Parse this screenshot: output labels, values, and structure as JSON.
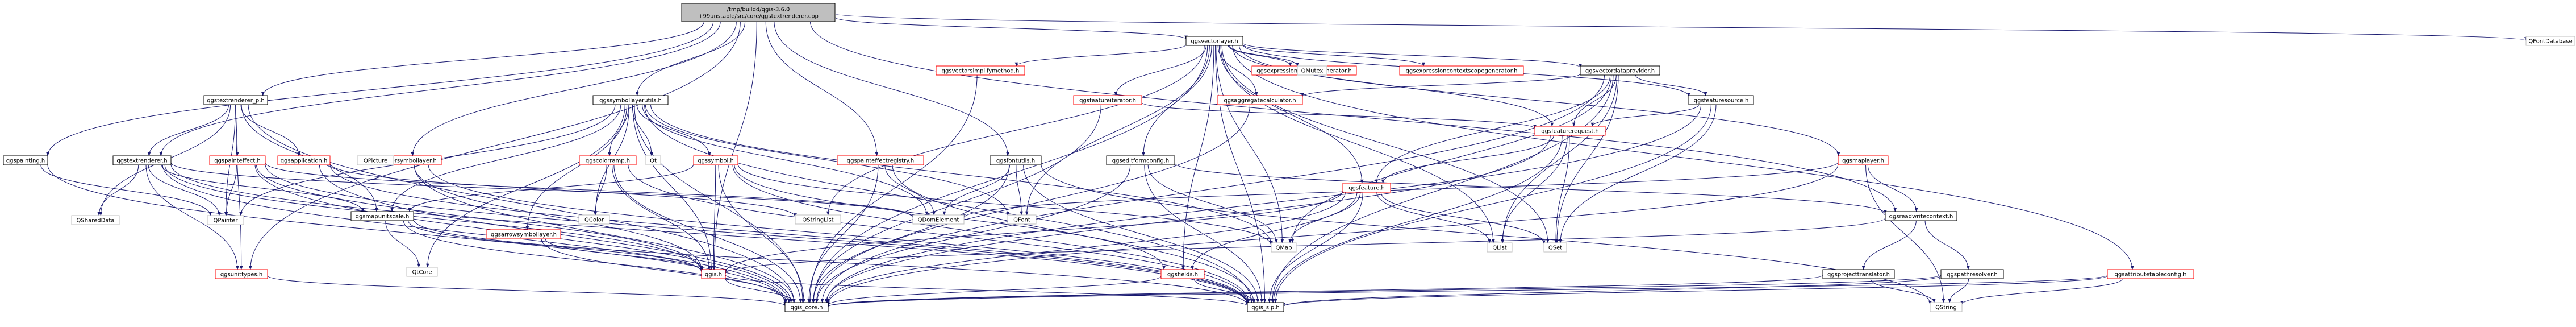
{
  "colors": {
    "edge": "#191970",
    "root_fill": "#bfbfbf",
    "normal_border": "#000000",
    "trunc_border": "#ff0000",
    "ext_border": "#bfbfbf",
    "text_dark": "#000000",
    "text_link": "#000000"
  },
  "nodes": [
    {
      "id": "root",
      "lines": [
        "/tmp/buildd/qgis-3.6.0",
        "+99unstable/src/core/qgstextrenderer.cpp"
      ],
      "kind": "root"
    },
    {
      "id": "qgspainting",
      "lines": [
        "qgspainting.h"
      ],
      "kind": "normal"
    },
    {
      "id": "qgstextrenderer_p",
      "lines": [
        "qgstextrenderer_p.h"
      ],
      "kind": "normal"
    },
    {
      "id": "qgstextrenderer",
      "lines": [
        "qgstextrenderer.h"
      ],
      "kind": "normal"
    },
    {
      "id": "qgspainteffect",
      "lines": [
        "qgspainteffect.h"
      ],
      "kind": "trunc"
    },
    {
      "id": "qgsapplication",
      "lines": [
        "qgsapplication.h"
      ],
      "kind": "trunc"
    },
    {
      "id": "qgsunittypes",
      "lines": [
        "qgsunittypes.h"
      ],
      "kind": "trunc"
    },
    {
      "id": "qgsmarkersymbollayer",
      "lines": [
        "qgsmarkersymbollayer.h"
      ],
      "kind": "trunc"
    },
    {
      "id": "qgsmapunitscale",
      "lines": [
        "qgsmapunitscale.h"
      ],
      "kind": "normal"
    },
    {
      "id": "qgssymbollayerutils",
      "lines": [
        "qgssymbollayerutils.h"
      ],
      "kind": "normal"
    },
    {
      "id": "qgscolorramp",
      "lines": [
        "qgscolorramp.h"
      ],
      "kind": "trunc"
    },
    {
      "id": "qgssymbol",
      "lines": [
        "qgssymbol.h"
      ],
      "kind": "trunc"
    },
    {
      "id": "qgsarrowsymbollayer",
      "lines": [
        "qgsarrowsymbollayer.h"
      ],
      "kind": "trunc"
    },
    {
      "id": "qgis",
      "lines": [
        "qgis.h"
      ],
      "kind": "trunc"
    },
    {
      "id": "qgspainteffectregistry",
      "lines": [
        "qgspainteffectregistry.h"
      ],
      "kind": "trunc"
    },
    {
      "id": "qgsfontutils",
      "lines": [
        "qgsfontutils.h"
      ],
      "kind": "normal"
    },
    {
      "id": "qgsvectorlayer",
      "lines": [
        "qgsvectorlayer.h"
      ],
      "kind": "normal"
    },
    {
      "id": "qgsvectorsimplifymethod",
      "lines": [
        "qgsvectorsimplifymethod.h"
      ],
      "kind": "trunc"
    },
    {
      "id": "qgsfeatureiterator",
      "lines": [
        "qgsfeatureiterator.h"
      ],
      "kind": "trunc"
    },
    {
      "id": "qgsexpressioncontextgenerator",
      "lines": [
        "qgsexpressioncontextgenerator.h"
      ],
      "kind": "trunc"
    },
    {
      "id": "qgsexpressioncontextscopegenerator",
      "lines": [
        "qgsexpressioncontextscopegenerator.h"
      ],
      "kind": "trunc"
    },
    {
      "id": "qgsvectordataprovider",
      "lines": [
        "qgsvectordataprovider.h"
      ],
      "kind": "normal"
    },
    {
      "id": "qgsaggregatecalculator",
      "lines": [
        "qgsaggregatecalculator.h"
      ],
      "kind": "trunc"
    },
    {
      "id": "qgseditformconfig",
      "lines": [
        "qgseditformconfig.h"
      ],
      "kind": "normal"
    },
    {
      "id": "qgsfeature",
      "lines": [
        "qgsfeature.h"
      ],
      "kind": "trunc"
    },
    {
      "id": "qgsfields",
      "lines": [
        "qgsfields.h"
      ],
      "kind": "trunc"
    },
    {
      "id": "qgsfeaturesource",
      "lines": [
        "qgsfeaturesource.h"
      ],
      "kind": "normal"
    },
    {
      "id": "qgsfeaturerequest",
      "lines": [
        "qgsfeaturerequest.h"
      ],
      "kind": "trunc"
    },
    {
      "id": "qgsmaplayer",
      "lines": [
        "qgsmaplayer.h"
      ],
      "kind": "trunc"
    },
    {
      "id": "qgsreadwritecontext",
      "lines": [
        "qgsreadwritecontext.h"
      ],
      "kind": "normal"
    },
    {
      "id": "qgsprojecttranslator",
      "lines": [
        "qgsprojecttranslator.h"
      ],
      "kind": "normal"
    },
    {
      "id": "qgspathresolver",
      "lines": [
        "qgspathresolver.h"
      ],
      "kind": "normal"
    },
    {
      "id": "qgsattributetableconfig",
      "lines": [
        "qgsattributetableconfig.h"
      ],
      "kind": "trunc"
    },
    {
      "id": "qgis_core",
      "lines": [
        "qgis_core.h"
      ],
      "kind": "normal"
    },
    {
      "id": "qgis_sip",
      "lines": [
        "qgis_sip.h"
      ],
      "kind": "normal"
    },
    {
      "id": "QPainter",
      "lines": [
        "QPainter"
      ],
      "kind": "ext"
    },
    {
      "id": "QSharedData",
      "lines": [
        "QSharedData"
      ],
      "kind": "ext"
    },
    {
      "id": "QPicture",
      "lines": [
        "QPicture"
      ],
      "kind": "ext"
    },
    {
      "id": "QtCore",
      "lines": [
        "QtCore"
      ],
      "kind": "ext"
    },
    {
      "id": "QColor",
      "lines": [
        "QColor"
      ],
      "kind": "ext"
    },
    {
      "id": "Qt",
      "lines": [
        "Qt"
      ],
      "kind": "ext"
    },
    {
      "id": "QStringList",
      "lines": [
        "QStringList"
      ],
      "kind": "ext"
    },
    {
      "id": "QDomElement",
      "lines": [
        "QDomElement"
      ],
      "kind": "ext"
    },
    {
      "id": "QFont",
      "lines": [
        "QFont"
      ],
      "kind": "ext"
    },
    {
      "id": "QMutex",
      "lines": [
        "QMutex"
      ],
      "kind": "ext"
    },
    {
      "id": "QMap",
      "lines": [
        "QMap"
      ],
      "kind": "ext"
    },
    {
      "id": "QList",
      "lines": [
        "QList"
      ],
      "kind": "ext"
    },
    {
      "id": "QSet",
      "lines": [
        "QSet"
      ],
      "kind": "ext"
    },
    {
      "id": "QString",
      "lines": [
        "QString"
      ],
      "kind": "ext"
    },
    {
      "id": "QFontDatabase",
      "lines": [
        "QFontDatabase"
      ],
      "kind": "ext"
    }
  ],
  "edges": [
    [
      "root",
      "qgspainting"
    ],
    [
      "root",
      "qgstextrenderer_p"
    ],
    [
      "root",
      "qgstextrenderer"
    ],
    [
      "root",
      "qgsmarkersymbollayer"
    ],
    [
      "root",
      "qgssymbollayerutils"
    ],
    [
      "root",
      "qgis"
    ],
    [
      "root",
      "qgspainteffectregistry"
    ],
    [
      "root",
      "qgsfontutils"
    ],
    [
      "root",
      "qgsvectorlayer"
    ],
    [
      "root",
      "qgsreadwritecontext"
    ],
    [
      "root",
      "QFontDatabase"
    ],
    [
      "root",
      "qgsunittypes"
    ],
    [
      "qgspainting",
      "qgis_core"
    ],
    [
      "qgspainting",
      "QPainter"
    ],
    [
      "qgstextrenderer_p",
      "qgstextrenderer"
    ],
    [
      "qgstextrenderer_p",
      "QPainter"
    ],
    [
      "qgstextrenderer_p",
      "QSharedData"
    ],
    [
      "qgstextrenderer_p",
      "qgspainteffect"
    ],
    [
      "qgstextrenderer_p",
      "qgsapplication"
    ],
    [
      "qgstextrenderer_p",
      "qgsmapunitscale"
    ],
    [
      "qgstextrenderer_p",
      "qgsunittypes"
    ],
    [
      "qgstextrenderer_p",
      "qgis_core"
    ],
    [
      "qgstextrenderer",
      "qgis"
    ],
    [
      "qgstextrenderer",
      "qgis_core"
    ],
    [
      "qgstextrenderer",
      "qgis_sip"
    ],
    [
      "qgstextrenderer",
      "QPainter"
    ],
    [
      "qgstextrenderer",
      "QSharedData"
    ],
    [
      "qgstextrenderer",
      "qgsmapunitscale"
    ],
    [
      "qgstextrenderer",
      "qgsunittypes"
    ],
    [
      "qgstextrenderer",
      "QDomElement"
    ],
    [
      "qgspainteffect",
      "qgis_core"
    ],
    [
      "qgspainteffect",
      "qgis"
    ],
    [
      "qgspainteffect",
      "QPainter"
    ],
    [
      "qgspainteffect",
      "QDomElement"
    ],
    [
      "qgspainteffect",
      "qgis_sip"
    ],
    [
      "qgsapplication",
      "qgis_core"
    ],
    [
      "qgsapplication",
      "QStringList"
    ],
    [
      "qgsapplication",
      "qgis_sip"
    ],
    [
      "qgsunittypes",
      "qgis_core"
    ],
    [
      "qgsmarkersymbollayer",
      "qgis_core"
    ],
    [
      "qgsmarkersymbollayer",
      "qgis"
    ],
    [
      "qgsmarkersymbollayer",
      "QPicture"
    ],
    [
      "qgsmarkersymbollayer",
      "qgis_sip"
    ],
    [
      "qgsmapunitscale",
      "qgis_core"
    ],
    [
      "qgsmapunitscale",
      "qgis"
    ],
    [
      "qgsmapunitscale",
      "QtCore"
    ],
    [
      "qgsmapunitscale",
      "qgis_sip"
    ],
    [
      "qgssymbollayerutils",
      "qgis_core"
    ],
    [
      "qgssymbollayerutils",
      "qgis"
    ],
    [
      "qgssymbollayerutils",
      "QMap"
    ],
    [
      "qgssymbollayerutils",
      "Qt"
    ],
    [
      "qgssymbollayerutils",
      "QtCore"
    ],
    [
      "qgssymbollayerutils",
      "QFont"
    ],
    [
      "qgssymbollayerutils",
      "QColor"
    ],
    [
      "qgssymbollayerutils",
      "QPainter"
    ],
    [
      "qgssymbollayerutils",
      "qgssymbol"
    ],
    [
      "qgssymbollayerutils",
      "qgsarrowsymbollayer"
    ],
    [
      "qgssymbollayerutils",
      "qgscolorramp"
    ],
    [
      "qgssymbollayerutils",
      "qgsmapunitscale"
    ],
    [
      "qgssymbollayerutils",
      "QDomElement"
    ],
    [
      "qgssymbollayerutils",
      "qgis_sip"
    ],
    [
      "qgscolorramp",
      "qgis_core"
    ],
    [
      "qgscolorramp",
      "qgis"
    ],
    [
      "qgscolorramp",
      "QColor"
    ],
    [
      "qgscolorramp",
      "qgis_sip"
    ],
    [
      "qgssymbol",
      "qgis_core"
    ],
    [
      "qgssymbol",
      "qgis"
    ],
    [
      "qgssymbol",
      "QMap"
    ],
    [
      "qgssymbol",
      "qgsmapunitscale"
    ],
    [
      "qgssymbol",
      "qgsfields"
    ],
    [
      "qgssymbol",
      "qgis_sip"
    ],
    [
      "qgsarrowsymbollayer",
      "qgis_core"
    ],
    [
      "qgsarrowsymbollayer",
      "qgis"
    ],
    [
      "qgis",
      "qgis_core"
    ],
    [
      "qgis",
      "qgis_sip"
    ],
    [
      "qgspainteffectregistry",
      "qgis_core"
    ],
    [
      "qgspainteffectregistry",
      "qgis_sip"
    ],
    [
      "qgspainteffectregistry",
      "QDomElement"
    ],
    [
      "qgsfontutils",
      "qgis_core"
    ],
    [
      "qgsfontutils",
      "qgis_sip"
    ],
    [
      "qgsfontutils",
      "QFont"
    ],
    [
      "qgsfontutils",
      "QDomElement"
    ],
    [
      "qgsfontutils",
      "QString"
    ],
    [
      "qgsvectorlayer",
      "qgis_core"
    ],
    [
      "qgsvectorlayer",
      "qgis_sip"
    ],
    [
      "qgsvectorlayer",
      "QMap"
    ],
    [
      "qgsvectorlayer",
      "QSet"
    ],
    [
      "qgsvectorlayer",
      "QList"
    ],
    [
      "qgsvectorlayer",
      "QStringList"
    ],
    [
      "qgsvectorlayer",
      "QFont"
    ],
    [
      "qgsvectorlayer",
      "QMutex"
    ],
    [
      "qgsvectorlayer",
      "qgsmaplayer"
    ],
    [
      "qgsvectorlayer",
      "qgsfeature"
    ],
    [
      "qgsvectorlayer",
      "qgsfeaturerequest"
    ],
    [
      "qgsvectorlayer",
      "qgsfeaturesource"
    ],
    [
      "qgsvectorlayer",
      "qgsfields"
    ],
    [
      "qgsvectorlayer",
      "qgsvectordataprovider"
    ],
    [
      "qgsvectorlayer",
      "qgsvectorsimplifymethod"
    ],
    [
      "qgsvectorlayer",
      "qgseditformconfig"
    ],
    [
      "qgsvectorlayer",
      "qgsattributetableconfig"
    ],
    [
      "qgsvectorlayer",
      "qgsaggregatecalculator"
    ],
    [
      "qgsvectorlayer",
      "qgsfeatureiterator"
    ],
    [
      "qgsvectorlayer",
      "qgsexpressioncontextgenerator"
    ],
    [
      "qgsvectorlayer",
      "qgsexpressioncontextscopegenerator"
    ],
    [
      "qgsvectorsimplifymethod",
      "qgis_core"
    ],
    [
      "qgsfeatureiterator",
      "qgis_core"
    ],
    [
      "qgsfeatureiterator",
      "qgsfeaturerequest"
    ],
    [
      "qgsvectordataprovider",
      "qgis_core"
    ],
    [
      "qgsvectordataprovider",
      "qgis_sip"
    ],
    [
      "qgsvectordataprovider",
      "QSet"
    ],
    [
      "qgsvectordataprovider",
      "QMap"
    ],
    [
      "qgsvectordataprovider",
      "QList"
    ],
    [
      "qgsvectordataprovider",
      "qgsfeature"
    ],
    [
      "qgsvectordataprovider",
      "qgsaggregatecalculator"
    ],
    [
      "qgsvectordataprovider",
      "qgsfeaturesource"
    ],
    [
      "qgsvectordataprovider",
      "qgsfeaturerequest"
    ],
    [
      "qgsaggregatecalculator",
      "qgis_core"
    ],
    [
      "qgseditformconfig",
      "qgis_core"
    ],
    [
      "qgseditformconfig",
      "qgis_sip"
    ],
    [
      "qgseditformconfig",
      "QMap"
    ],
    [
      "qgseditformconfig",
      "qgsreadwritecontext"
    ],
    [
      "qgsfeature",
      "qgis_core"
    ],
    [
      "qgsfeature",
      "qgis_sip"
    ],
    [
      "qgsfeature",
      "QMap"
    ],
    [
      "qgsfeature",
      "QList"
    ],
    [
      "qgsfeature",
      "QSet"
    ],
    [
      "qgsfeature",
      "qgsfields"
    ],
    [
      "qgsfeature",
      "qgis"
    ],
    [
      "qgsfields",
      "qgis_core"
    ],
    [
      "qgsfields",
      "qgis_sip"
    ],
    [
      "qgsfeaturesource",
      "qgis_core"
    ],
    [
      "qgsfeaturesource",
      "qgis_sip"
    ],
    [
      "qgsfeaturesource",
      "qgsfeaturerequest"
    ],
    [
      "qgsfeaturesource",
      "QSet"
    ],
    [
      "qgsfeaturerequest",
      "qgis_core"
    ],
    [
      "qgsfeaturerequest",
      "qgis_sip"
    ],
    [
      "qgsfeaturerequest",
      "QList"
    ],
    [
      "qgsfeaturerequest",
      "qgsfeature"
    ],
    [
      "qgsfeaturerequest",
      "QSet"
    ],
    [
      "qgsmaplayer",
      "qgis_core"
    ],
    [
      "qgsmaplayer",
      "qgsreadwritecontext"
    ],
    [
      "qgsmaplayer",
      "QString"
    ],
    [
      "qgsmaplayer",
      "QDomElement"
    ],
    [
      "qgsreadwritecontext",
      "qgis"
    ],
    [
      "qgsreadwritecontext",
      "qgspathresolver"
    ],
    [
      "qgsreadwritecontext",
      "qgsprojecttranslator"
    ],
    [
      "qgsprojecttranslator",
      "qgis_core"
    ],
    [
      "qgsprojecttranslator",
      "QString"
    ],
    [
      "qgspathresolver",
      "qgis_core"
    ],
    [
      "qgspathresolver",
      "qgis_sip"
    ],
    [
      "qgspathresolver",
      "QString"
    ],
    [
      "qgsattributetableconfig",
      "qgis_core"
    ],
    [
      "qgsattributetableconfig",
      "qgis_sip"
    ],
    [
      "qgsattributetableconfig",
      "QString"
    ]
  ]
}
